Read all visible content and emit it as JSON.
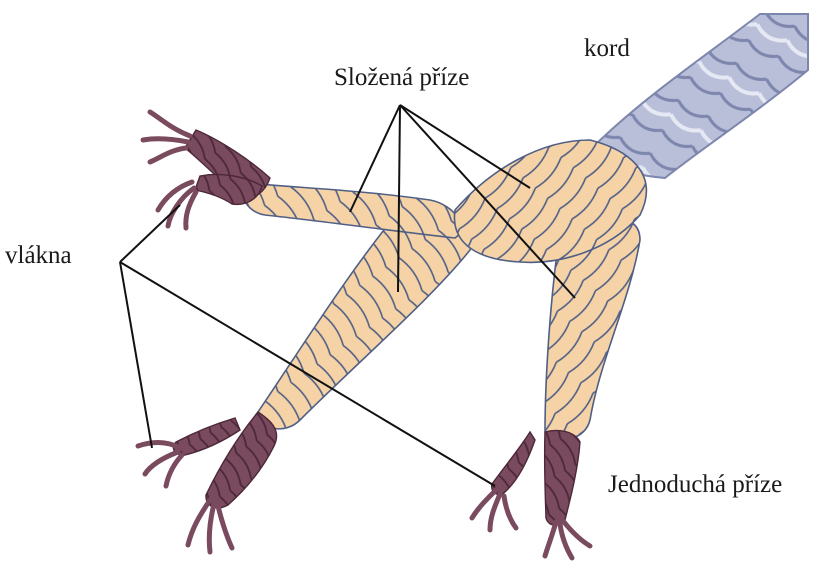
{
  "labels": {
    "cord": "kord",
    "plied_yarn": "Složená příze",
    "fibers": "vlákna",
    "single_yarn": "Jednoduchá příze"
  },
  "colors": {
    "cord": "#b9bfd9",
    "cord_groove": "#7d86ad",
    "cord_highlight": "#e6e9f4",
    "yarn": "#f6d3a6",
    "yarn_groove": "#4f5f86",
    "fiber": "#7a4a5e",
    "fiber_groove": "#4c2838",
    "leader": "#111111"
  },
  "icons": {
    "cord": "twisted-cord-icon",
    "plied": "plied-yarn-icon",
    "single": "single-yarn-icon",
    "fiber": "fiber-tuft-icon"
  }
}
